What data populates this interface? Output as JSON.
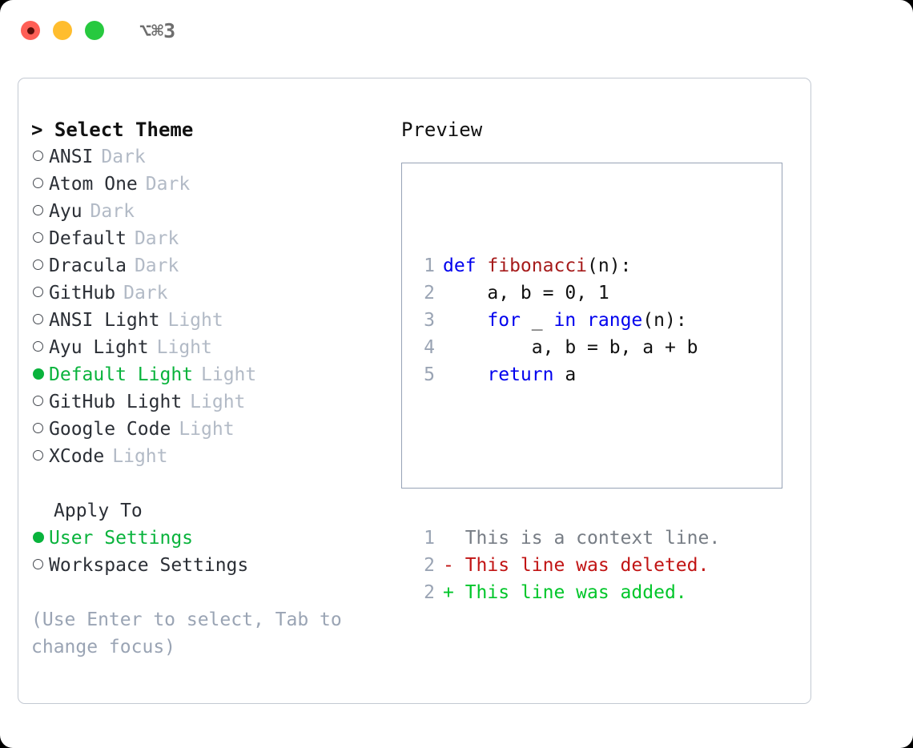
{
  "window": {
    "title": "⌥⌘3",
    "traffic_lights": [
      "close-red",
      "minimize-yellow",
      "zoom-green"
    ]
  },
  "left": {
    "section_title": "> Select Theme",
    "themes": [
      {
        "label": "ANSI",
        "tag": "Dark",
        "selected": false
      },
      {
        "label": "Atom One",
        "tag": "Dark",
        "selected": false
      },
      {
        "label": "Ayu",
        "tag": "Dark",
        "selected": false
      },
      {
        "label": "Default",
        "tag": "Dark",
        "selected": false
      },
      {
        "label": "Dracula",
        "tag": "Dark",
        "selected": false
      },
      {
        "label": "GitHub",
        "tag": "Dark",
        "selected": false
      },
      {
        "label": "ANSI Light",
        "tag": "Light",
        "selected": false
      },
      {
        "label": "Ayu Light",
        "tag": "Light",
        "selected": false
      },
      {
        "label": "Default Light",
        "tag": "Light",
        "selected": true
      },
      {
        "label": "GitHub Light",
        "tag": "Light",
        "selected": false
      },
      {
        "label": "Google Code",
        "tag": "Light",
        "selected": false
      },
      {
        "label": "XCode",
        "tag": "Light",
        "selected": false
      }
    ],
    "apply_to_heading": "Apply To",
    "apply_to": [
      {
        "label": "User Settings",
        "selected": true
      },
      {
        "label": "Workspace Settings",
        "selected": false
      }
    ],
    "hint": "(Use Enter to select, Tab to change focus)"
  },
  "right": {
    "preview_title": "Preview",
    "code_lines": [
      {
        "number": "1",
        "parts": [
          {
            "text": "def ",
            "kind": "kw"
          },
          {
            "text": "fibonacci",
            "kind": "fn"
          },
          {
            "text": "(n):",
            "kind": "plain"
          }
        ]
      },
      {
        "number": "2",
        "parts": [
          {
            "text": "    a, b = 0, 1",
            "kind": "plain"
          }
        ]
      },
      {
        "number": "3",
        "parts": [
          {
            "text": "    ",
            "kind": "plain"
          },
          {
            "text": "for",
            "kind": "kw"
          },
          {
            "text": " _ ",
            "kind": "plain"
          },
          {
            "text": "in",
            "kind": "kw"
          },
          {
            "text": " ",
            "kind": "plain"
          },
          {
            "text": "range",
            "kind": "kw"
          },
          {
            "text": "(n):",
            "kind": "plain"
          }
        ]
      },
      {
        "number": "4",
        "parts": [
          {
            "text": "        a, b = b, a + b",
            "kind": "plain"
          }
        ]
      },
      {
        "number": "5",
        "parts": [
          {
            "text": "    ",
            "kind": "plain"
          },
          {
            "text": "return",
            "kind": "kw"
          },
          {
            "text": " a",
            "kind": "plain"
          }
        ]
      }
    ],
    "diff_lines": [
      {
        "number": "1",
        "marker": "  ",
        "text": "This is a context line.",
        "kind": "ctx"
      },
      {
        "number": "2",
        "marker": "- ",
        "text": "This line was deleted.",
        "kind": "del"
      },
      {
        "number": "2",
        "marker": "+ ",
        "text": "This line was added.",
        "kind": "add"
      }
    ]
  },
  "colors": {
    "accent_green": "#09b33c",
    "tag_gray": "#b2bac6",
    "hint_gray": "#9aa4b4",
    "keyword_blue": "#0000ee",
    "function_red": "#a61b1b",
    "diff_delete": "#c11414",
    "diff_add": "#00c62a",
    "panel_border": "#c3c9d2",
    "preview_border": "#97a3b6"
  }
}
